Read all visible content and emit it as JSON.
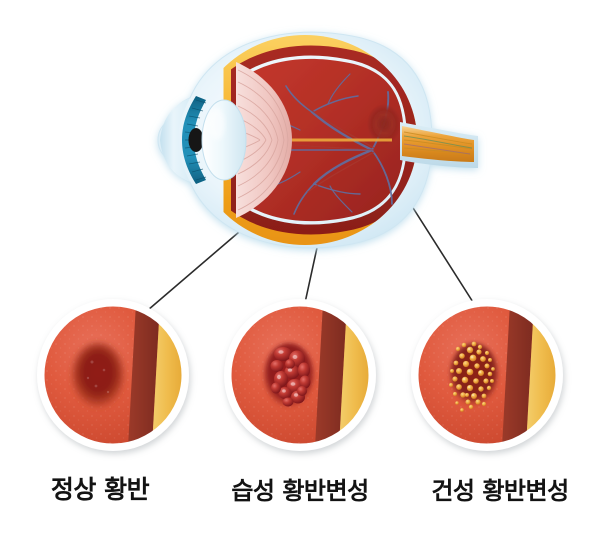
{
  "illustration": {
    "title": "Macular Degeneration Comparison Diagram",
    "subject": "human-eye-cross-section-and-macula-states"
  },
  "eye_diagram": {
    "name": "eye-cross-section",
    "parts": [
      {
        "id": "sclera",
        "label": "sclera",
        "color": "#dcecf5"
      },
      {
        "id": "cornea",
        "label": "cornea",
        "color": "#cfe7f2"
      },
      {
        "id": "iris",
        "label": "iris",
        "color": "#1c84ab"
      },
      {
        "id": "pupil",
        "label": "pupil",
        "color": "#1a1a1a"
      },
      {
        "id": "lens",
        "label": "lens",
        "color": "#e8f4fa"
      },
      {
        "id": "ciliary-body",
        "label": "ciliary body",
        "color": "#f2c9c4"
      },
      {
        "id": "vitreous",
        "label": "vitreous body",
        "color": "#b5302a"
      },
      {
        "id": "choroid",
        "label": "choroid",
        "color": "#f5b229"
      },
      {
        "id": "retina",
        "label": "retina",
        "color": "#9c2420"
      },
      {
        "id": "macula",
        "label": "macula",
        "color": "#8e2420"
      },
      {
        "id": "optic-nerve",
        "label": "optic nerve",
        "color": "#e8a63c"
      },
      {
        "id": "retinal-vessels",
        "label": "retinal vessels",
        "color": "#5f6ea0"
      }
    ]
  },
  "circles": [
    {
      "id": "normal-macula",
      "label": "정상 황반",
      "state": "normal",
      "fundus_color": "#e0563c",
      "band_color": "#8e3326",
      "disc_color": "#f0c25a",
      "lesion_color": "#8d1f18",
      "lesion_desc": "smooth dark macular depression",
      "drusen_count": 0,
      "blister_count": 0
    },
    {
      "id": "wet-amd",
      "label": "습성 황반변성",
      "state": "wet",
      "fundus_color": "#e0563c",
      "band_color": "#8e3326",
      "disc_color": "#f0c25a",
      "lesion_color": "#9e1f22",
      "lesion_desc": "cluster of bulging haemorrhagic blisters",
      "drusen_count": 0,
      "blister_count": 14
    },
    {
      "id": "dry-amd",
      "label": "건성 황반변성",
      "state": "dry",
      "fundus_color": "#e0563c",
      "band_color": "#8e3326",
      "disc_color": "#f0c25a",
      "lesion_color": "#8f2018",
      "lesion_desc": "dense yellow drusen deposits",
      "drusen_count": 42,
      "blister_count": 0
    }
  ],
  "leader_lines": {
    "name": "leader-lines",
    "color": "#2b2b2b",
    "count": 3
  },
  "palette": {
    "background": "#ffffff",
    "text": "#131313",
    "accent_red": "#c0392b",
    "accent_yellow": "#f0c25a"
  }
}
